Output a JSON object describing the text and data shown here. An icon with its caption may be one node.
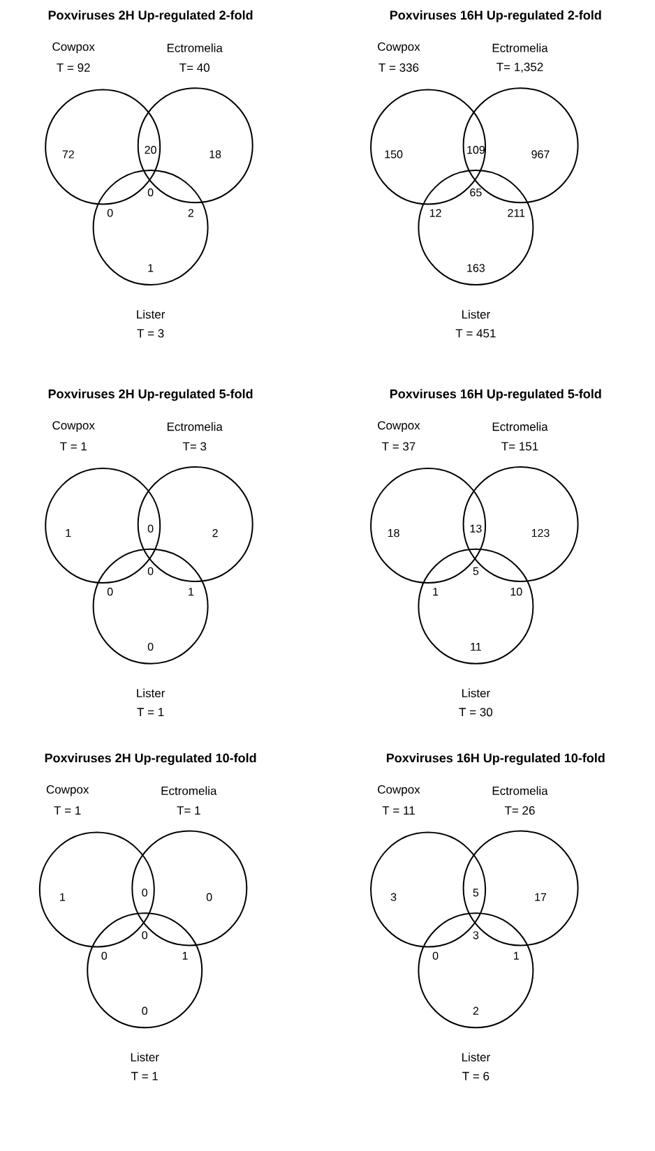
{
  "diagram": {
    "nodes": [
      {
        "text": [
          "Cowpox",
          "T = 92"
        ]
      },
      {
        "text": [
          "Ectromelia",
          "T= 40"
        ]
      },
      {
        "text": [
          "Lister",
          "T = 3"
        ]
      },
      {
        "text": [
          "Cowpox",
          "T = 336"
        ]
      },
      {
        "text": [
          "Ectromelia",
          "T= 1,352"
        ]
      },
      {
        "text": [
          "Lister",
          "T = 451"
        ]
      },
      {
        "text": [
          "Cowpox",
          "T = 1"
        ]
      },
      {
        "text": [
          "Ectromelia",
          "T= 3"
        ]
      },
      {
        "text": [
          "Lister",
          "T = 1"
        ]
      },
      {
        "text": [
          "Cowpox",
          "T = 37"
        ]
      },
      {
        "text": [
          "Ectromelia",
          "T= 151"
        ]
      },
      {
        "text": [
          "Lister",
          "T = 30"
        ]
      },
      {
        "text": [
          "Cowpox",
          "T = 1"
        ]
      },
      {
        "text": [
          "Ectromelia",
          "T= 1"
        ]
      },
      {
        "text": [
          "Lister",
          "T = 1"
        ]
      },
      {
        "text": [
          "Cowpox",
          "T = 11"
        ]
      },
      {
        "text": [
          "Ectromelia",
          "T= 26"
        ]
      },
      {
        "text": [
          "Lister",
          "T = 6"
        ]
      }
    ],
    "labels": [
      "Poxviruses 2H Up-regulated 2-fold",
      "72",
      "20",
      "18",
      "0",
      "0",
      "2",
      "1",
      "Poxviruses 16H Up-regulated 2-fold",
      "150",
      "109",
      "967",
      "65",
      "12",
      "211",
      "163",
      "Poxviruses 2H Up-regulated 5-fold",
      "1",
      "0",
      "2",
      "0",
      "0",
      "1",
      "0",
      "Poxviruses 16H Up-regulated 5-fold",
      "18",
      "13",
      "123",
      "5",
      "1",
      "10",
      "11",
      "Poxviruses 2H Up-regulated 10-fold",
      "1",
      "0",
      "0",
      "0",
      "0",
      "1",
      "0",
      "Poxviruses 16H Up-regulated 10-fold",
      "3",
      "5",
      "17",
      "3",
      "0",
      "1",
      "2"
    ]
  }
}
